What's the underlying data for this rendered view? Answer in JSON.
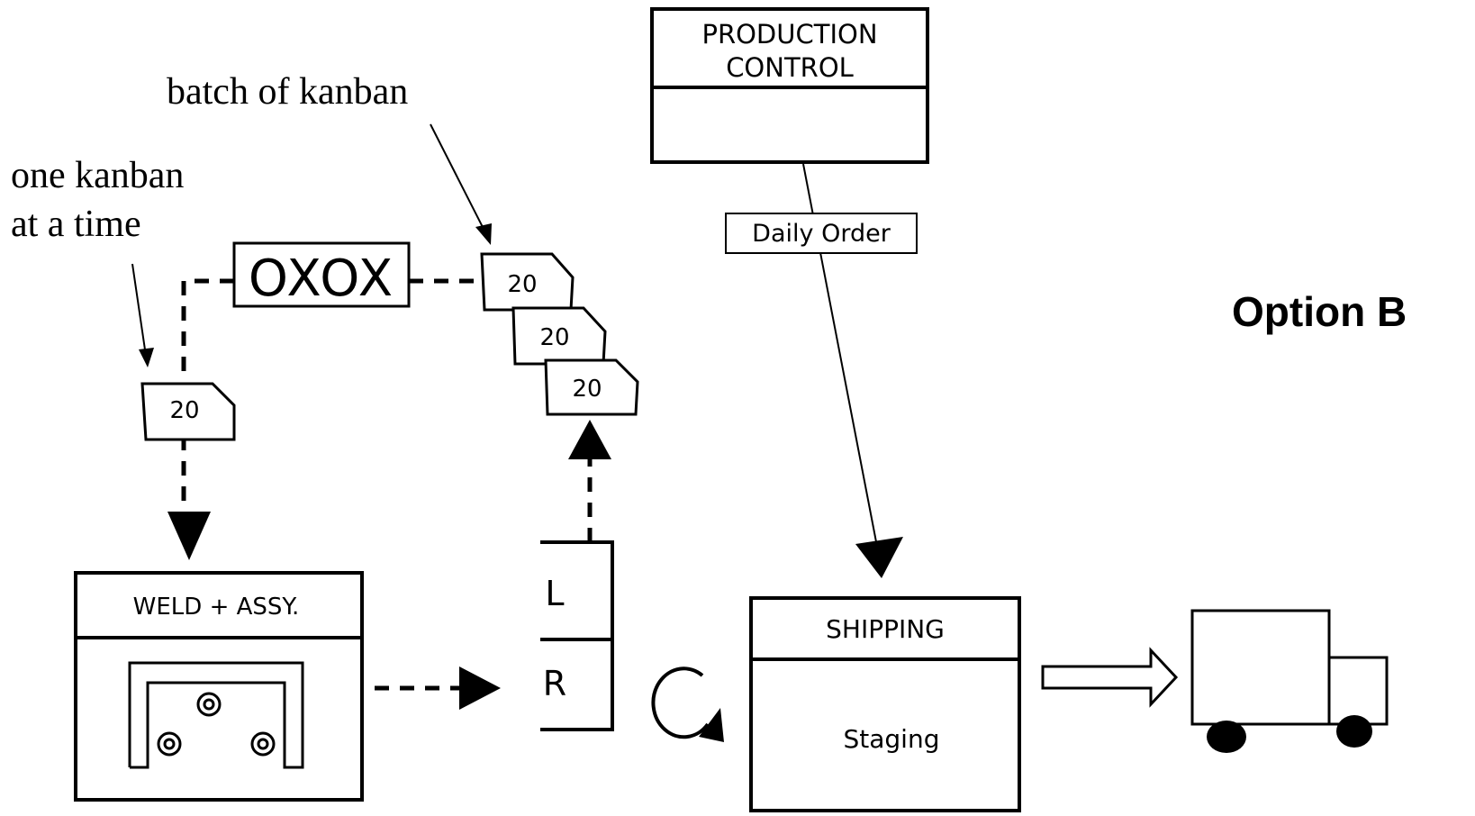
{
  "title": "Option B",
  "annotations": {
    "batch": "batch of kanban",
    "one_line1": "one kanban",
    "one_line2": "at a time"
  },
  "production_control": {
    "line1": "PRODUCTION",
    "line2": "CONTROL"
  },
  "daily_order": "Daily Order",
  "load_leveling_box": "OXOX",
  "kanban": {
    "single": "20",
    "batch": [
      "20",
      "20",
      "20"
    ]
  },
  "weld_assy": {
    "label": "WELD + ASSY."
  },
  "supermarket": {
    "left": "L",
    "right": "R"
  },
  "shipping": {
    "label": "SHIPPING",
    "content": "Staging"
  },
  "colors": {
    "ink": "#000000",
    "paper": "#ffffff"
  }
}
